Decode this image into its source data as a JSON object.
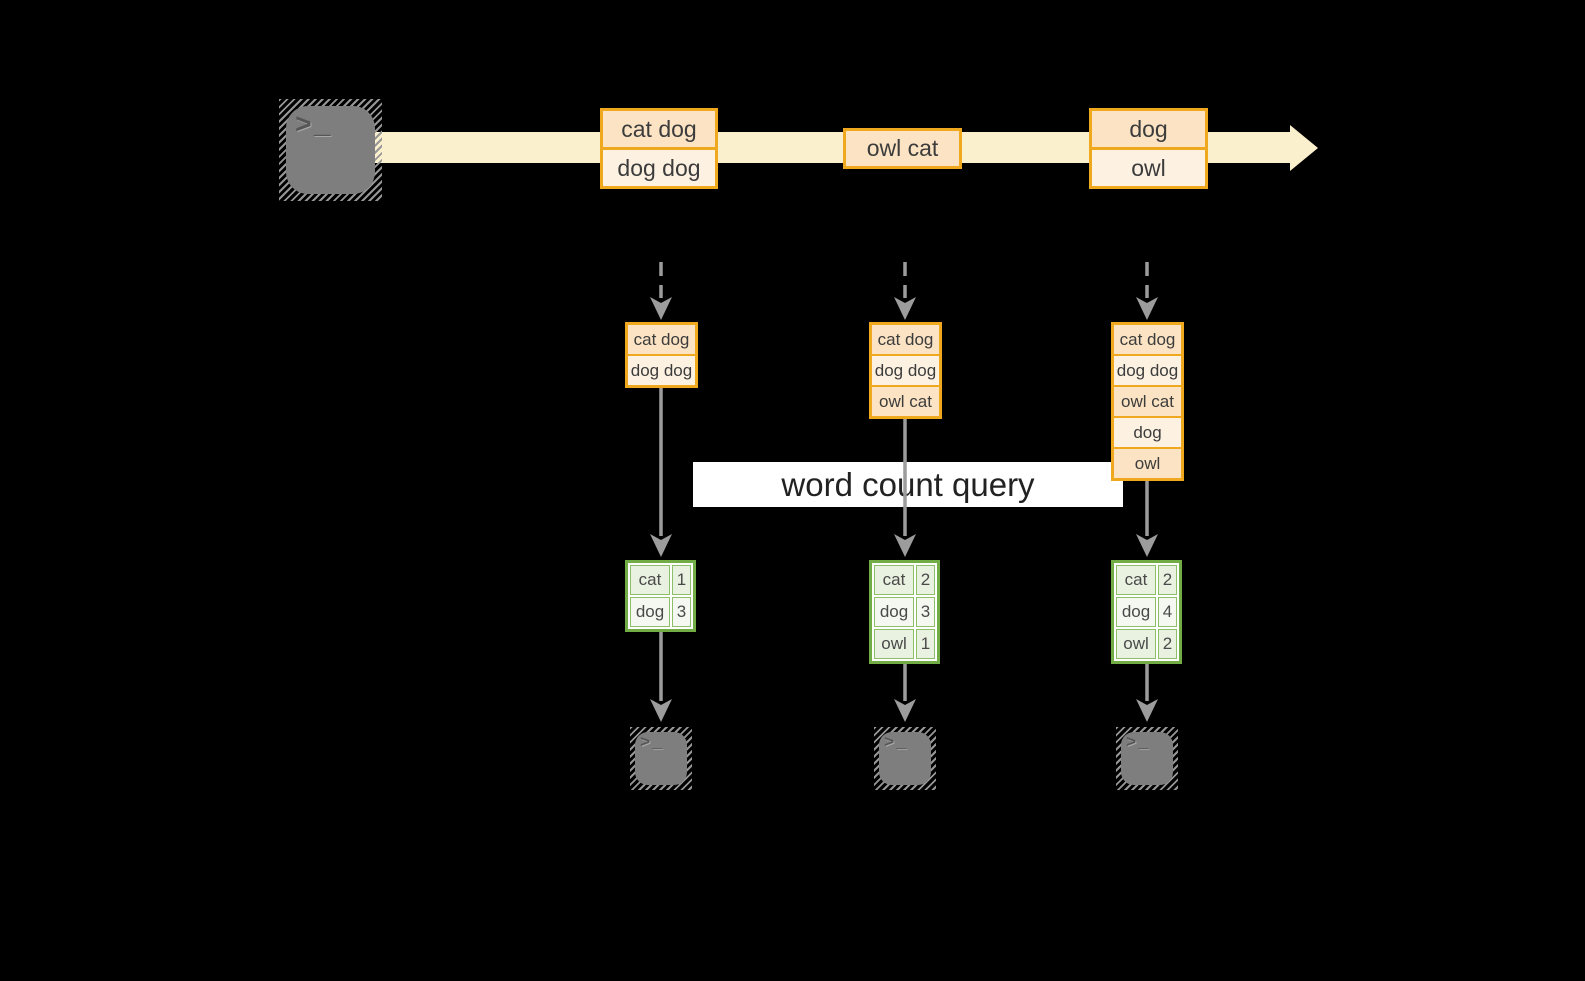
{
  "query_label": "word count query",
  "prompt_glyph": ">_",
  "stream": {
    "source_icon": "terminal",
    "events": [
      {
        "lines": [
          "cat dog",
          "dog dog"
        ]
      },
      {
        "lines": [
          "owl cat"
        ]
      },
      {
        "lines": [
          "dog",
          "owl"
        ]
      }
    ]
  },
  "columns": [
    {
      "buffer": [
        "cat dog",
        "dog dog"
      ],
      "counts": [
        {
          "word": "cat",
          "count": "1"
        },
        {
          "word": "dog",
          "count": "3"
        }
      ]
    },
    {
      "buffer": [
        "cat dog",
        "dog dog",
        "owl cat"
      ],
      "counts": [
        {
          "word": "cat",
          "count": "2"
        },
        {
          "word": "dog",
          "count": "3"
        },
        {
          "word": "owl",
          "count": "1"
        }
      ]
    },
    {
      "buffer": [
        "cat dog",
        "dog dog",
        "owl cat",
        "dog",
        "owl"
      ],
      "counts": [
        {
          "word": "cat",
          "count": "2"
        },
        {
          "word": "dog",
          "count": "4"
        },
        {
          "word": "owl",
          "count": "2"
        }
      ]
    }
  ],
  "colors": {
    "background": "#000000",
    "stream_band": "#FBF0CE",
    "accent_orange": "#F0A81E",
    "fill_peach_dark": "#FBE3C3",
    "fill_peach_light": "#FDF1E2",
    "accent_green": "#72AC44",
    "fill_green_dark": "#E9F1E0",
    "fill_green_light": "#F5F8F1",
    "arrow_gray": "#9C9C9C",
    "terminal_gray": "#7E7E7E",
    "label_background": "#FFFFFF"
  }
}
